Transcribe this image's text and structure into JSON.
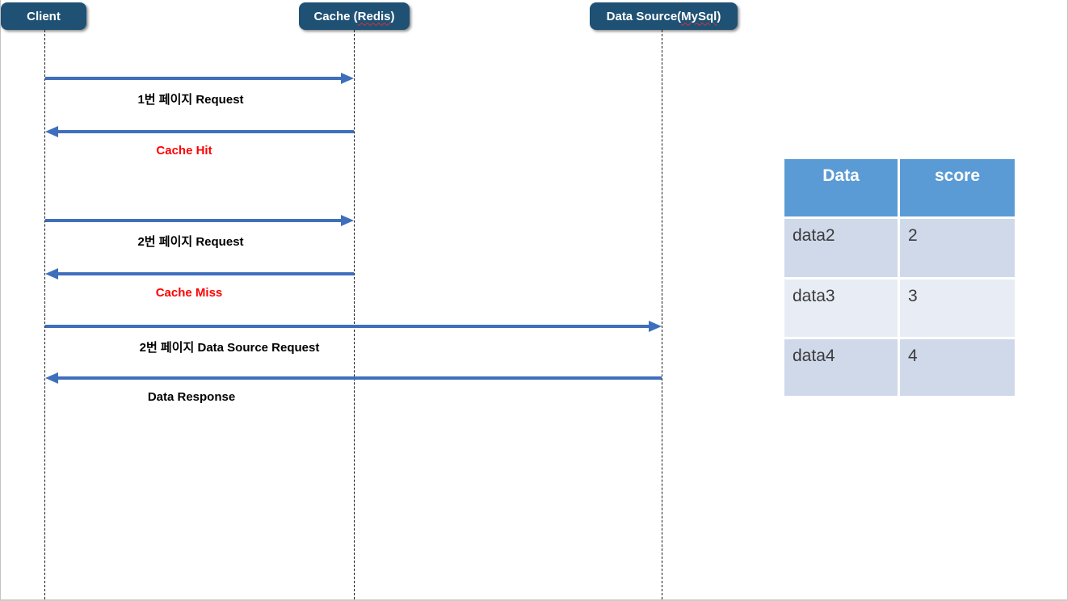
{
  "actors": [
    {
      "pre": "Client",
      "typo": "",
      "post": ""
    },
    {
      "pre": "Cache (",
      "typo": "Redis",
      "post": ")"
    },
    {
      "pre": "Data Source(",
      "typo": "MySql",
      "post": ")"
    }
  ],
  "messages": [
    {
      "label": "1번 페이지 Request",
      "from": "Client",
      "to": "Cache (Redis)",
      "direction": "right",
      "color": "#000000"
    },
    {
      "label": "Cache Hit",
      "from": "Cache (Redis)",
      "to": "Client",
      "direction": "left",
      "color": "#FF0000"
    },
    {
      "label": "2번 페이지 Request",
      "from": "Client",
      "to": "Cache (Redis)",
      "direction": "right",
      "color": "#000000"
    },
    {
      "label": "Cache Miss",
      "from": "Cache (Redis)",
      "to": "Client",
      "direction": "left",
      "color": "#FF0000"
    },
    {
      "label": "2번 페이지 Data Source Request",
      "from": "Client",
      "to": "Data Source(MySql)",
      "direction": "right",
      "color": "#000000"
    },
    {
      "label": "Data Response",
      "from": "Data Source(MySql)",
      "to": "Client",
      "direction": "left",
      "color": "#000000"
    }
  ],
  "table": {
    "headers": [
      "Data",
      "score"
    ],
    "rows": [
      [
        "data2",
        "2"
      ],
      [
        "data3",
        "3"
      ],
      [
        "data4",
        "4"
      ]
    ]
  },
  "colors": {
    "actor_bg": "#1F5174",
    "arrow": "#3E6FBD",
    "table_header_bg": "#5B9BD5",
    "row_band_dark": "#CFD9EA",
    "row_band_light": "#E8EDF5",
    "highlight_red": "#FF0000"
  }
}
